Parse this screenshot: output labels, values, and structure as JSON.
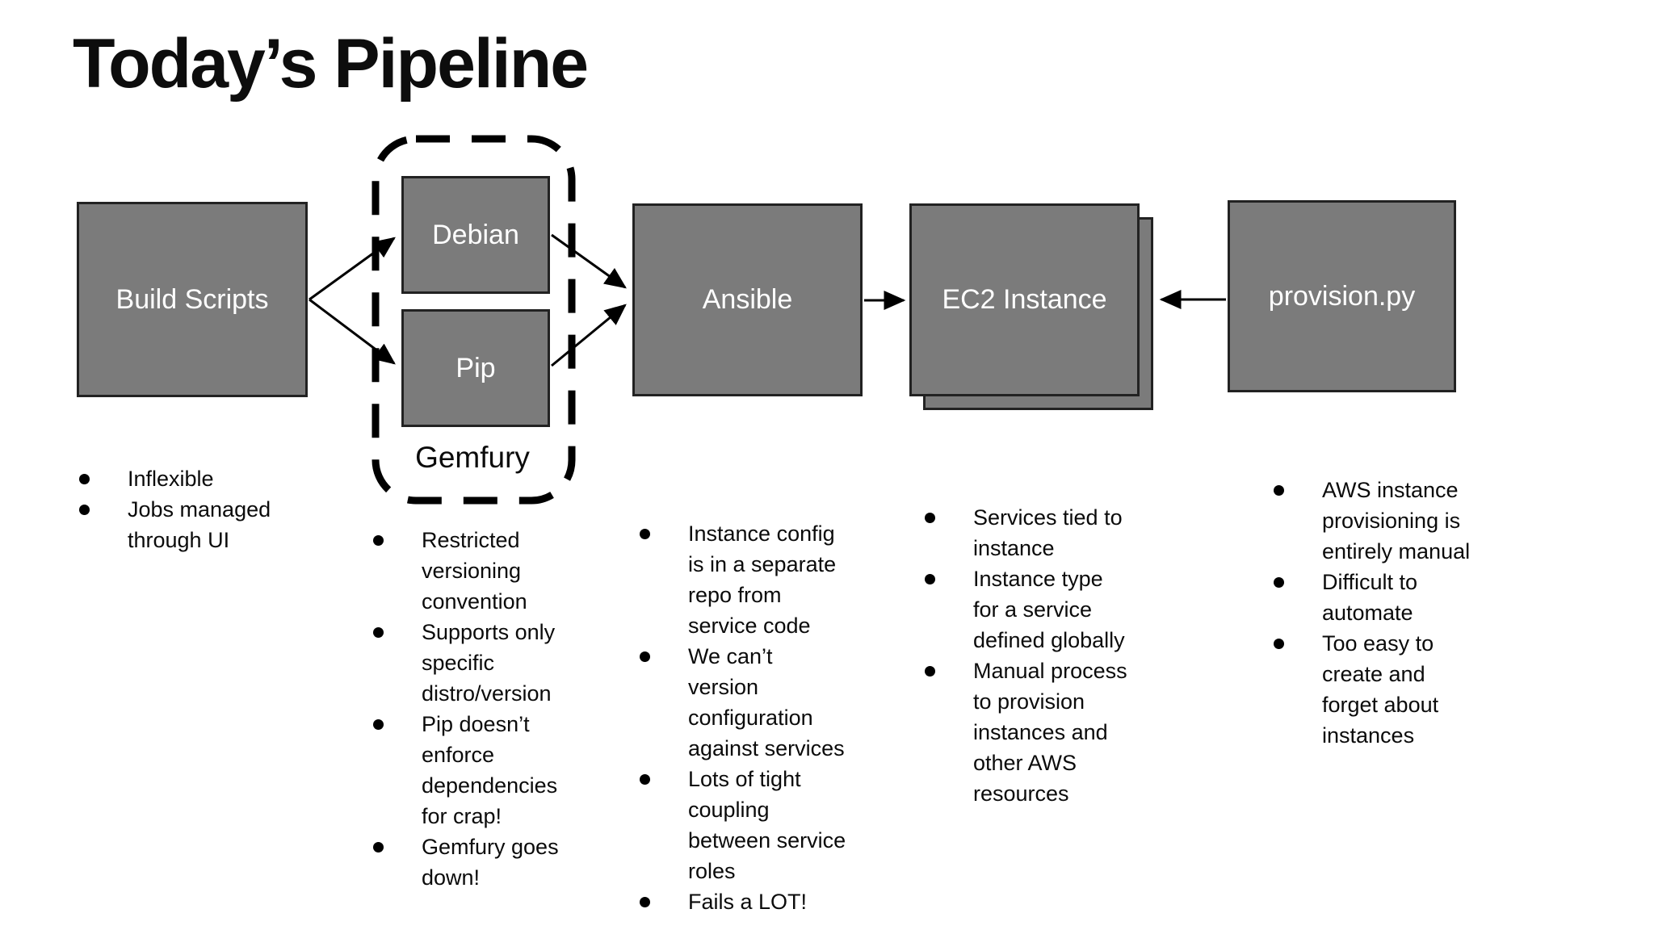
{
  "title": "Today’s Pipeline",
  "colors": {
    "box_fill": "#7b7b7b",
    "box_border": "#222222",
    "box_text": "#ffffff",
    "body_text": "#0b0b0b",
    "background": "#ffffff"
  },
  "boxes": {
    "build_scripts": "Build Scripts",
    "debian": "Debian",
    "pip": "Pip",
    "gemfury_group": "Gemfury",
    "ansible": "Ansible",
    "ec2_instance": "EC2 Instance",
    "provision_py": "provision.py"
  },
  "bullets": {
    "build_scripts": [
      "Inflexible",
      "Jobs managed\nthrough UI"
    ],
    "gemfury": [
      "Restricted\nversioning\nconvention",
      "Supports only\nspecific\ndistro/version",
      "Pip doesn’t\nenforce\ndependencies\nfor crap!",
      "Gemfury goes\ndown!"
    ],
    "ansible": [
      "Instance config\nis in a separate\nrepo from\nservice code",
      "We can’t\nversion\nconfiguration\nagainst services",
      "Lots of tight\ncoupling\nbetween service\nroles",
      "Fails a LOT!"
    ],
    "ec2_instance": [
      "Services tied to\ninstance",
      "Instance type\nfor a service\ndefined globally",
      "Manual process\nto provision\ninstances and\nother AWS\nresources"
    ],
    "provision_py": [
      "AWS instance\nprovisioning is\nentirely manual",
      "Difficult to\nautomate",
      "Too easy to\ncreate and\nforget about\ninstances"
    ]
  }
}
